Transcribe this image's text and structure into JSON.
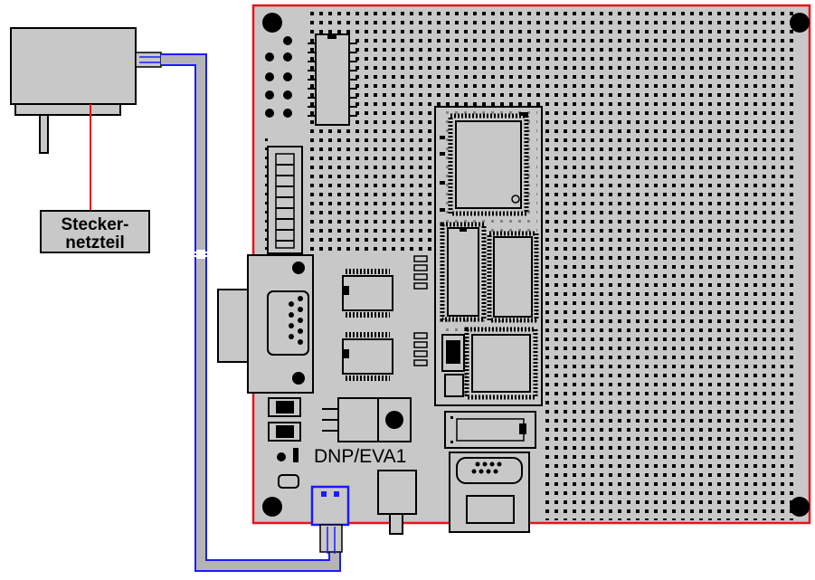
{
  "board": {
    "label": "DNP/EVA1",
    "colors": {
      "border": "#e8141c",
      "fill": "#c8c8c8",
      "hole": "#000000"
    }
  },
  "adapter": {
    "label_line1": "Stecker-",
    "label_line2": "netzteil"
  },
  "cable": {
    "colors": {
      "wire": "#1a1aff",
      "jacket": "#b4b4b4"
    }
  },
  "connector": {
    "color": "#1a1aff"
  }
}
